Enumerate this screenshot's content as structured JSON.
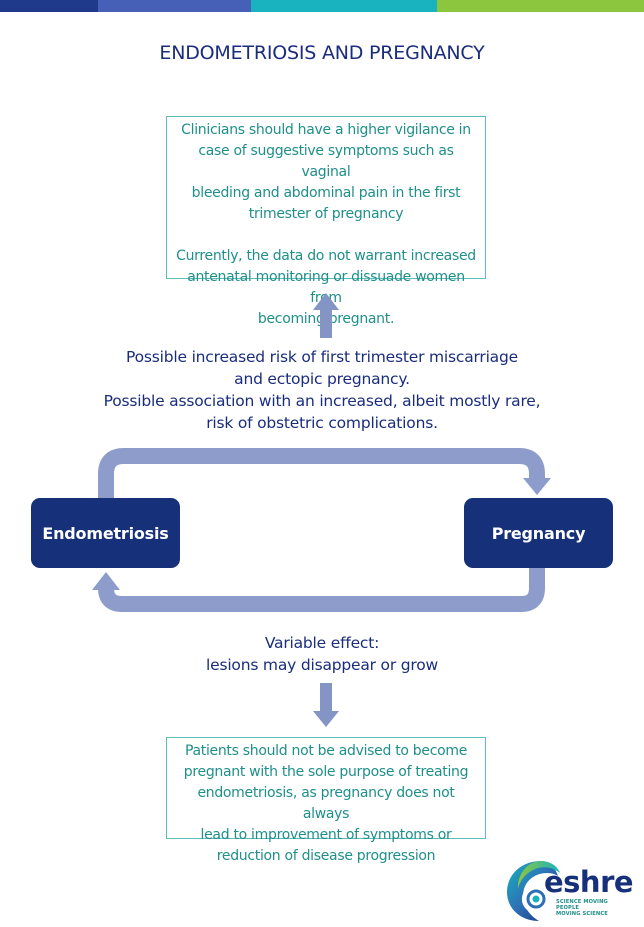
{
  "colors": {
    "bar_1": "#1f3a8a",
    "bar_2": "#4660b8",
    "bar_3": "#19b3bf",
    "bar_4": "#8cc63f",
    "navy": "#1a2d7d",
    "node_fill": "#17307a",
    "teal_text": "#1f8f8a",
    "box_border": "#5fbcb8",
    "arrow": "#8494c4",
    "cycle": "#8d9ccb"
  },
  "title": "ENDOMETRIOSIS AND PREGNANCY",
  "top_box": {
    "paragraph_1_lines": [
      "Clinicians should have a higher vigilance in",
      "case of suggestive symptoms such as vaginal",
      "bleeding and abdominal pain in the first",
      "trimester of pregnancy"
    ],
    "paragraph_2_lines": [
      "Currently, the data do not warrant increased",
      "antenatal monitoring or dissuade women from",
      "becoming pregnant."
    ]
  },
  "middle_text_lines": [
    "Possible increased risk of first trimester miscarriage",
    "and ectopic pregnancy.",
    "Possible association with an increased, albeit mostly rare,",
    "risk of obstetric complications."
  ],
  "nodes": {
    "endometriosis": "Endometriosis",
    "pregnancy": "Pregnancy"
  },
  "lower_text_lines": [
    "Variable effect:",
    "lesions may disappear or grow"
  ],
  "bottom_box_lines": [
    "Patients should not be advised to become",
    "pregnant with the sole purpose of treating",
    "endometriosis, as pregnancy does not always",
    "lead to improvement of symptoms or",
    "reduction of disease progression"
  ],
  "logo": {
    "word": "eshre",
    "tagline_lines": [
      "SCIENCE MOVING",
      "PEOPLE",
      "MOVING SCIENCE"
    ],
    "icon": "eshre-wave-logo-icon"
  }
}
